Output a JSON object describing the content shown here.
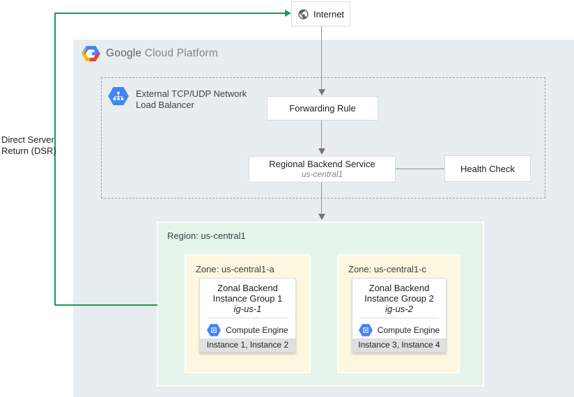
{
  "colors": {
    "container_bg": "#E8EDF0",
    "region_bg": "#E6F4EA",
    "zone_bg": "#FEF7E0",
    "card_footer_bg": "#E0E0E0",
    "accent_green": "#0F9D58",
    "gcp_blue": "#4285F4",
    "gcp_red": "#EA4335",
    "gcp_yellow": "#FBBC05",
    "arrow_gray": "#757575",
    "dashed_border": "#9AA0A6"
  },
  "icons": {
    "internet": "globe-icon",
    "gcp_logo": "gcp-hexagon-logo-icon",
    "load_balancer": "load-balancer-hexagon-icon",
    "compute_engine": "compute-engine-hexagon-icon"
  },
  "internet": {
    "label": "Internet"
  },
  "gcp": {
    "brand_primary": "Google",
    "brand_secondary": "Cloud Platform"
  },
  "load_balancer": {
    "label": "External TCP/UDP Network Load Balancer"
  },
  "forwarding_rule": {
    "label": "Forwarding Rule"
  },
  "backend_service": {
    "title": "Regional Backend Service",
    "subtitle": "us-central1"
  },
  "health_check": {
    "label": "Health Check"
  },
  "region": {
    "label": "Region: us-central1"
  },
  "zones": [
    {
      "label": "Zone: us-central1-a",
      "group_title": "Zonal Backend Instance Group 1",
      "group_id": "ig-us-1",
      "engine_label": "Compute Engine",
      "instances": "Instance 1, Instance 2"
    },
    {
      "label": "Zone: us-central1-c",
      "group_title": "Zonal Backend Instance Group 2",
      "group_id": "ig-us-2",
      "engine_label": "Compute Engine",
      "instances": "Instance 3, Instance 4"
    }
  ],
  "dsr": {
    "label": "Direct Server Return (DSR)"
  }
}
